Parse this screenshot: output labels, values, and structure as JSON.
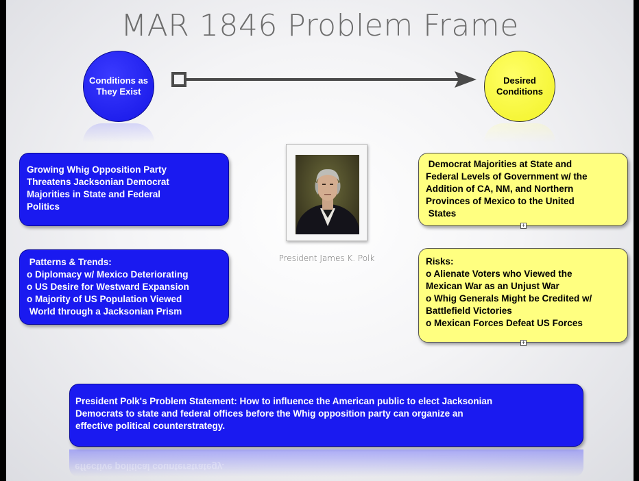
{
  "title": "MAR 1846 Problem Frame",
  "conditions_circle": {
    "lines": [
      "Conditions as",
      "They Exist"
    ],
    "color": "#1a1af0"
  },
  "desired_circle": {
    "lines": [
      "Desired",
      "Conditions"
    ],
    "color": "#ffff66"
  },
  "growing_box": {
    "lines": [
      "Growing Whig Opposition Party",
      "Threatens Jacksonian Democrat",
      "Majorities in State and Federal",
      "Politics"
    ]
  },
  "patterns_box": {
    "lines": [
      " Patterns & Trends:",
      "o Diplomacy w/ Mexico Deteriorating",
      "o US Desire for Westward Expansion",
      "o Majority of US Population Viewed",
      " World through a Jacksonian Prism"
    ]
  },
  "democrat_box": {
    "lines": [
      " Democrat Majorities at State and",
      "Federal Levels of Government w/ the",
      "Addition of CA, NM, and Northern",
      "Provinces of Mexico to the United",
      " States"
    ]
  },
  "risks_box": {
    "lines": [
      "Risks:",
      "o Alienate Voters who Viewed the",
      "Mexican War as an Unjust War",
      "o Whig Generals Might be Credited w/",
      "Battlefield Victories",
      "o Mexican Forces Defeat US Forces"
    ]
  },
  "portrait": {
    "caption": "President James K. Polk"
  },
  "problem_box": {
    "lines": [
      "President Polk's Problem Statement: How to influence the American public to elect Jacksonian",
      "Democrats to state and federal offices before the Whig opposition party can organize an",
      "effective political counterstrategy."
    ]
  },
  "colors": {
    "blue": "#1a1af0",
    "yellow": "#ffff80",
    "connector": "#4a4a4a"
  }
}
